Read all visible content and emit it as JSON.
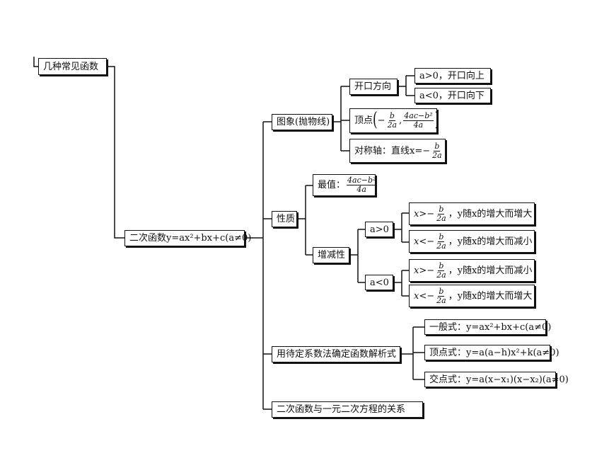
{
  "nodes": {
    "root": "几种常见函数",
    "quad": "二次函数y=ax²+bx+c(a≠0)",
    "graph": "图象(抛物线)",
    "opening": "开口方向",
    "open_up": "a>0，开口向上",
    "open_down": "a<0，开口向下",
    "vertex_label": "顶点",
    "vertex_b": "b",
    "vertex_2a": "2a",
    "vertex_num": "4ac−b²",
    "vertex_4a": "4a",
    "axis_label": "对称轴：直线x=−",
    "axis_b": "b",
    "axis_2a": "2a",
    "props": "性质",
    "maxval_label": "最值：",
    "maxval_num": "4ac−b²",
    "maxval_den": "4a",
    "monotonic": "增减性",
    "a_pos": "a>0",
    "a_neg": "a<0",
    "mono": [
      {
        "prefix": "x>−",
        "b": "b",
        "den": "2a",
        "suffix": "，y随x的增大而增大"
      },
      {
        "prefix": "x<−",
        "b": "b",
        "den": "2a",
        "suffix": "，y随x的增大而减小"
      },
      {
        "prefix": "x>−",
        "b": "b",
        "den": "2a",
        "suffix": "，y随x的增大而减小"
      },
      {
        "prefix": "x<−",
        "b": "b",
        "den": "2a",
        "suffix": "，y随x的增大而增大"
      }
    ],
    "undetermined": "用待定系数法确定函数解析式",
    "general_form": "一般式：y=ax²+bx+c(a≠0)",
    "vertex_form": "顶点式：y=a(a−h)x²+k(a≠0)",
    "intercept_form": "交点式：y=a(x−x₁)(x−x₂)(a≠0)",
    "equation_rel": "二次函数与一元二次方程的关系"
  }
}
